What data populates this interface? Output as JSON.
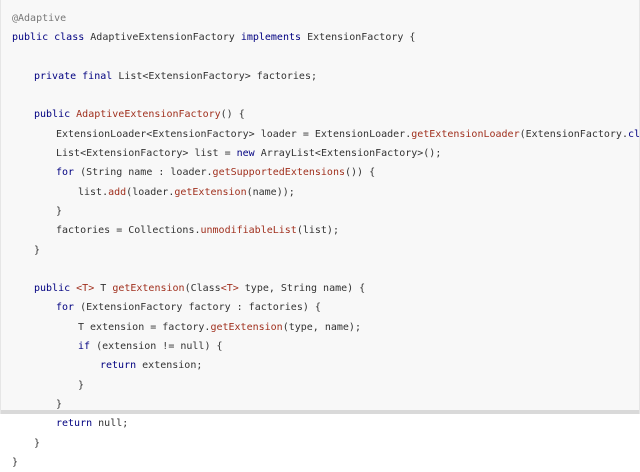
{
  "code": {
    "annotation": "@Adaptive",
    "class_modifiers": "public class",
    "class_name": "AdaptiveExtensionFactory",
    "implements_kw": "implements",
    "interface_name": "ExtensionFactory {",
    "field_modifiers": "private final",
    "field_decl": "List<ExtensionFactory> factories;",
    "ctor_modifier": "public",
    "ctor_name": "AdaptiveExtensionFactory",
    "ctor_tail": "() {",
    "l5_a": "ExtensionLoader<ExtensionFactory> loader = ExtensionLoader.",
    "l5_m": "getExtensionLoader",
    "l5_b": "(ExtensionFactory.",
    "l5_kw": "class",
    "l5_c": ");",
    "l6_a": "List<ExtensionFactory> list =",
    "l6_kw": "new",
    "l6_b": "ArrayList<ExtensionFactory>();",
    "l7_kw": "for",
    "l7_a": "(String name : loader.",
    "l7_m": "getSupportedExtensions",
    "l7_b": "()) {",
    "l8_a": "list.",
    "l8_m1": "add",
    "l8_b": "(loader.",
    "l8_m2": "getExtension",
    "l8_c": "(name));",
    "close_brace": "}",
    "l10_a": "factories = Collections.",
    "l10_m": "unmodifiableList",
    "l10_b": "(list);",
    "m_modifier": "public",
    "m_generic": "<T>",
    "m_ret": "T",
    "m_name": "getExtension",
    "m_params_a": "(Class",
    "m_params_b": "type, String name) {",
    "l15_kw": "for",
    "l15_a": "(ExtensionFactory factory : factories) {",
    "l16_a": "T extension = factory.",
    "l16_m": "getExtension",
    "l16_b": "(type, name);",
    "l17_kw": "if",
    "l17_a": "(extension != null) {",
    "l18_kw": "return",
    "l18_a": "extension;",
    "l21_kw": "return",
    "l21_a": "null;"
  },
  "colors": {
    "keyword": "#000080",
    "method": "#a0301e",
    "annotation": "#777777",
    "text": "#333333",
    "background": "#f8f8f8"
  }
}
